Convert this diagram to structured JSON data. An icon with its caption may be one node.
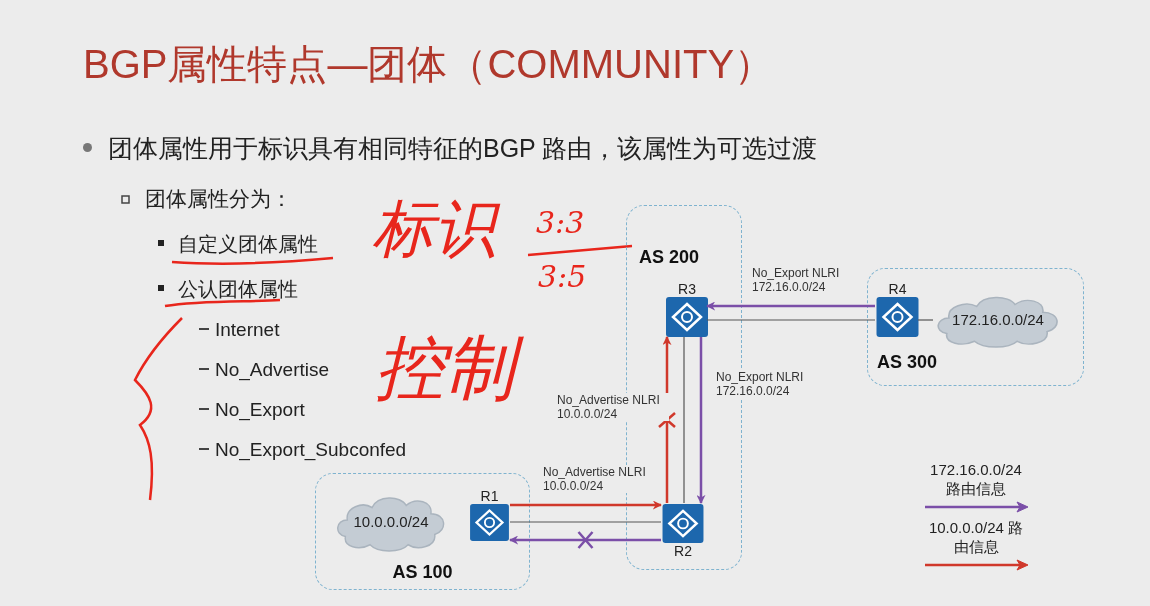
{
  "diagram": {
    "title": "BGP属性特点—团体（COMMUNITY）",
    "nodes": [
      {
        "text": [
          "AS 200"
        ]
      },
      {
        "text": [
          "R3"
        ],
        "in": 0
      },
      {
        "text": [
          "R2"
        ],
        "in": 0
      },
      {
        "text": [
          "AS 300"
        ]
      },
      {
        "text": [
          "R4"
        ],
        "in": 3
      },
      {
        "text": [
          "172.16.0.0/24"
        ],
        "in": 3
      },
      {
        "text": [
          "AS 100"
        ]
      },
      {
        "text": [
          "10.0.0.0/24"
        ],
        "in": 6
      },
      {
        "text": [
          "R1"
        ],
        "in": 6
      }
    ],
    "edges": [
      {
        "from": 1,
        "to": 4,
        "arrow": "none"
      },
      {
        "from": 4,
        "to": 5,
        "arrow": "none"
      },
      {
        "from": 1,
        "to": 2,
        "arrow": "none"
      },
      {
        "from": 8,
        "to": 2,
        "arrow": "none"
      },
      {
        "from": 4,
        "to": 1,
        "arrow": "to",
        "label": "No_Export NLRI 172.16.0.0/24",
        "color": "#7b4fa8"
      },
      {
        "from": 1,
        "to": 2,
        "arrow": "to",
        "label": "No_Export NLRI 172.16.0.0/24",
        "color": "#7b4fa8"
      },
      {
        "from": 2,
        "to": 1,
        "arrow": "to",
        "label": "No_Advertise NLRI 10.0.0.0/24",
        "color": "#d0382b"
      },
      {
        "from": 8,
        "to": 2,
        "arrow": "to",
        "label": "No_Advertise NLRI 10.0.0.0/24",
        "color": "#d0382b"
      },
      {
        "from": 2,
        "to": 8,
        "arrow": "to",
        "color": "#7b4fa8"
      }
    ],
    "labels": [
      "团体属性用于标识具有相同特征的BGP 路由，该属性为可选过渡",
      "团体属性分为：",
      "自定义团体属性",
      "公认团体属性",
      "Internet",
      "No_Advertise",
      "No_Export",
      "No_Export_Subconfed",
      "标识",
      "3:3",
      "3:5",
      "控制"
    ],
    "legend": [
      {
        "text": "172.16.0.0/24 路由信息"
      },
      {
        "text": "10.0.0.0/24 路由信息"
      }
    ]
  }
}
